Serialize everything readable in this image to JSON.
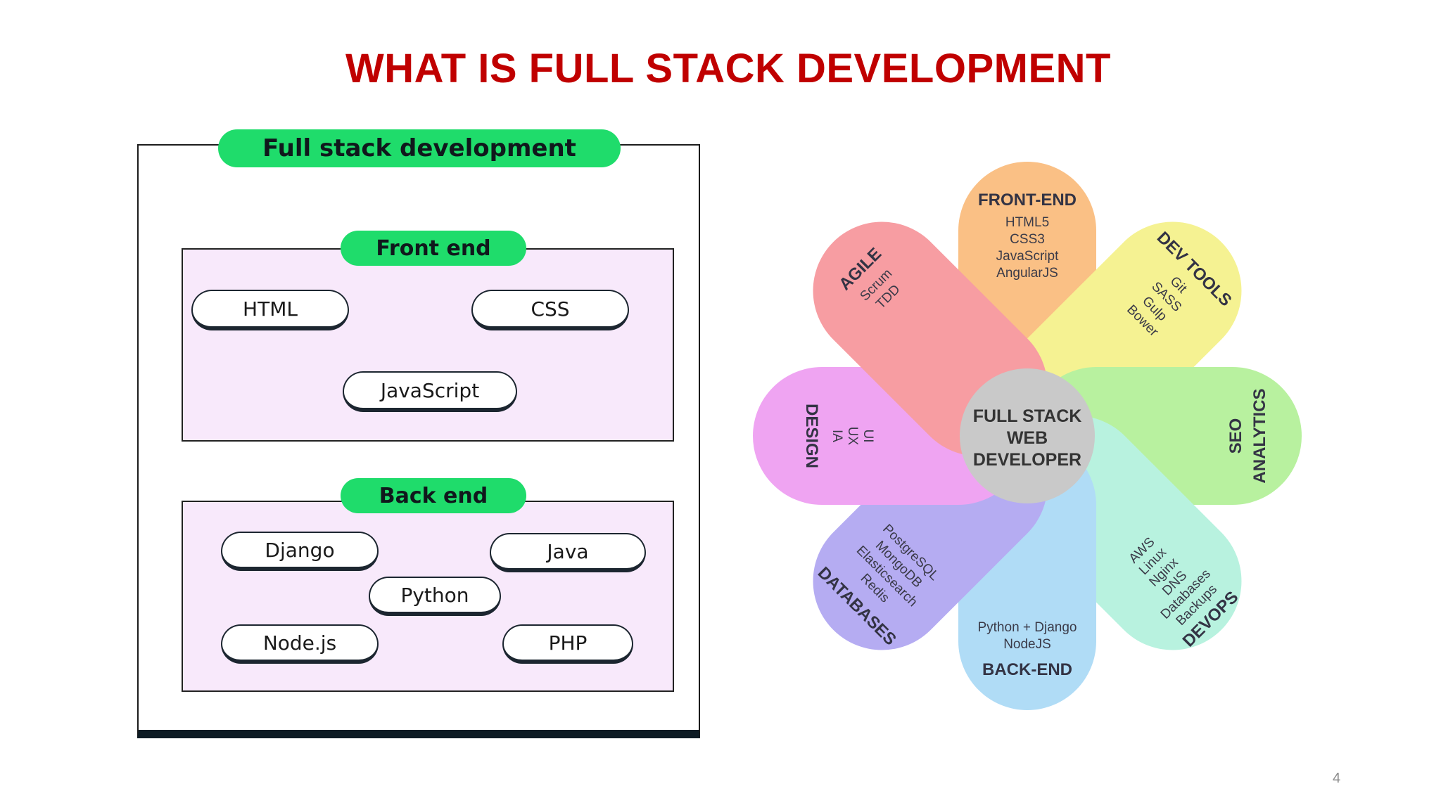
{
  "title": "WHAT IS FULL STACK DEVELOPMENT",
  "page_number": "4",
  "left_diagram": {
    "main_label": "Full stack development",
    "front_end": {
      "label": "Front end",
      "items": [
        "HTML",
        "CSS",
        "JavaScript"
      ]
    },
    "back_end": {
      "label": "Back end",
      "items": [
        "Django",
        "Java",
        "Python",
        "Node.js",
        "PHP"
      ]
    }
  },
  "flower": {
    "center": [
      "FULL STACK",
      "WEB",
      "DEVELOPER"
    ],
    "petals": {
      "front_end": {
        "title": "FRONT-END",
        "items": [
          "HTML5",
          "CSS3",
          "JavaScript",
          "AngularJS"
        ],
        "color": "#f9b26a"
      },
      "dev_tools": {
        "title": "DEV TOOLS",
        "items": [
          "Git",
          "SASS",
          "Gulp",
          "Bower"
        ],
        "color": "#f3f07a"
      },
      "seo": {
        "title": "SEO",
        "items": [
          "ANALYTICS"
        ],
        "color": "#a9ee8a"
      },
      "devops": {
        "title": "DEVOPS",
        "items": [
          "AWS",
          "Linux",
          "Nginx",
          "DNS",
          "Databases",
          "Backups"
        ],
        "color": "#a8f0d8"
      },
      "back_end": {
        "title": "BACK-END",
        "items": [
          "Python + Django",
          "NodeJS"
        ],
        "color": "#9fd4f4"
      },
      "databases": {
        "title": "DATABASES",
        "items": [
          "PostgreSQL",
          "MongoDB",
          "Elasticsearch",
          "Redis"
        ],
        "color": "#a59af0"
      },
      "design": {
        "title": "DESIGN",
        "items": [
          "IA",
          "UX",
          "UI"
        ],
        "color": "#ec90f0"
      },
      "agile": {
        "title": "AGILE",
        "items": [
          "Scrum",
          "TDD"
        ],
        "color": "#f5878e"
      }
    }
  }
}
